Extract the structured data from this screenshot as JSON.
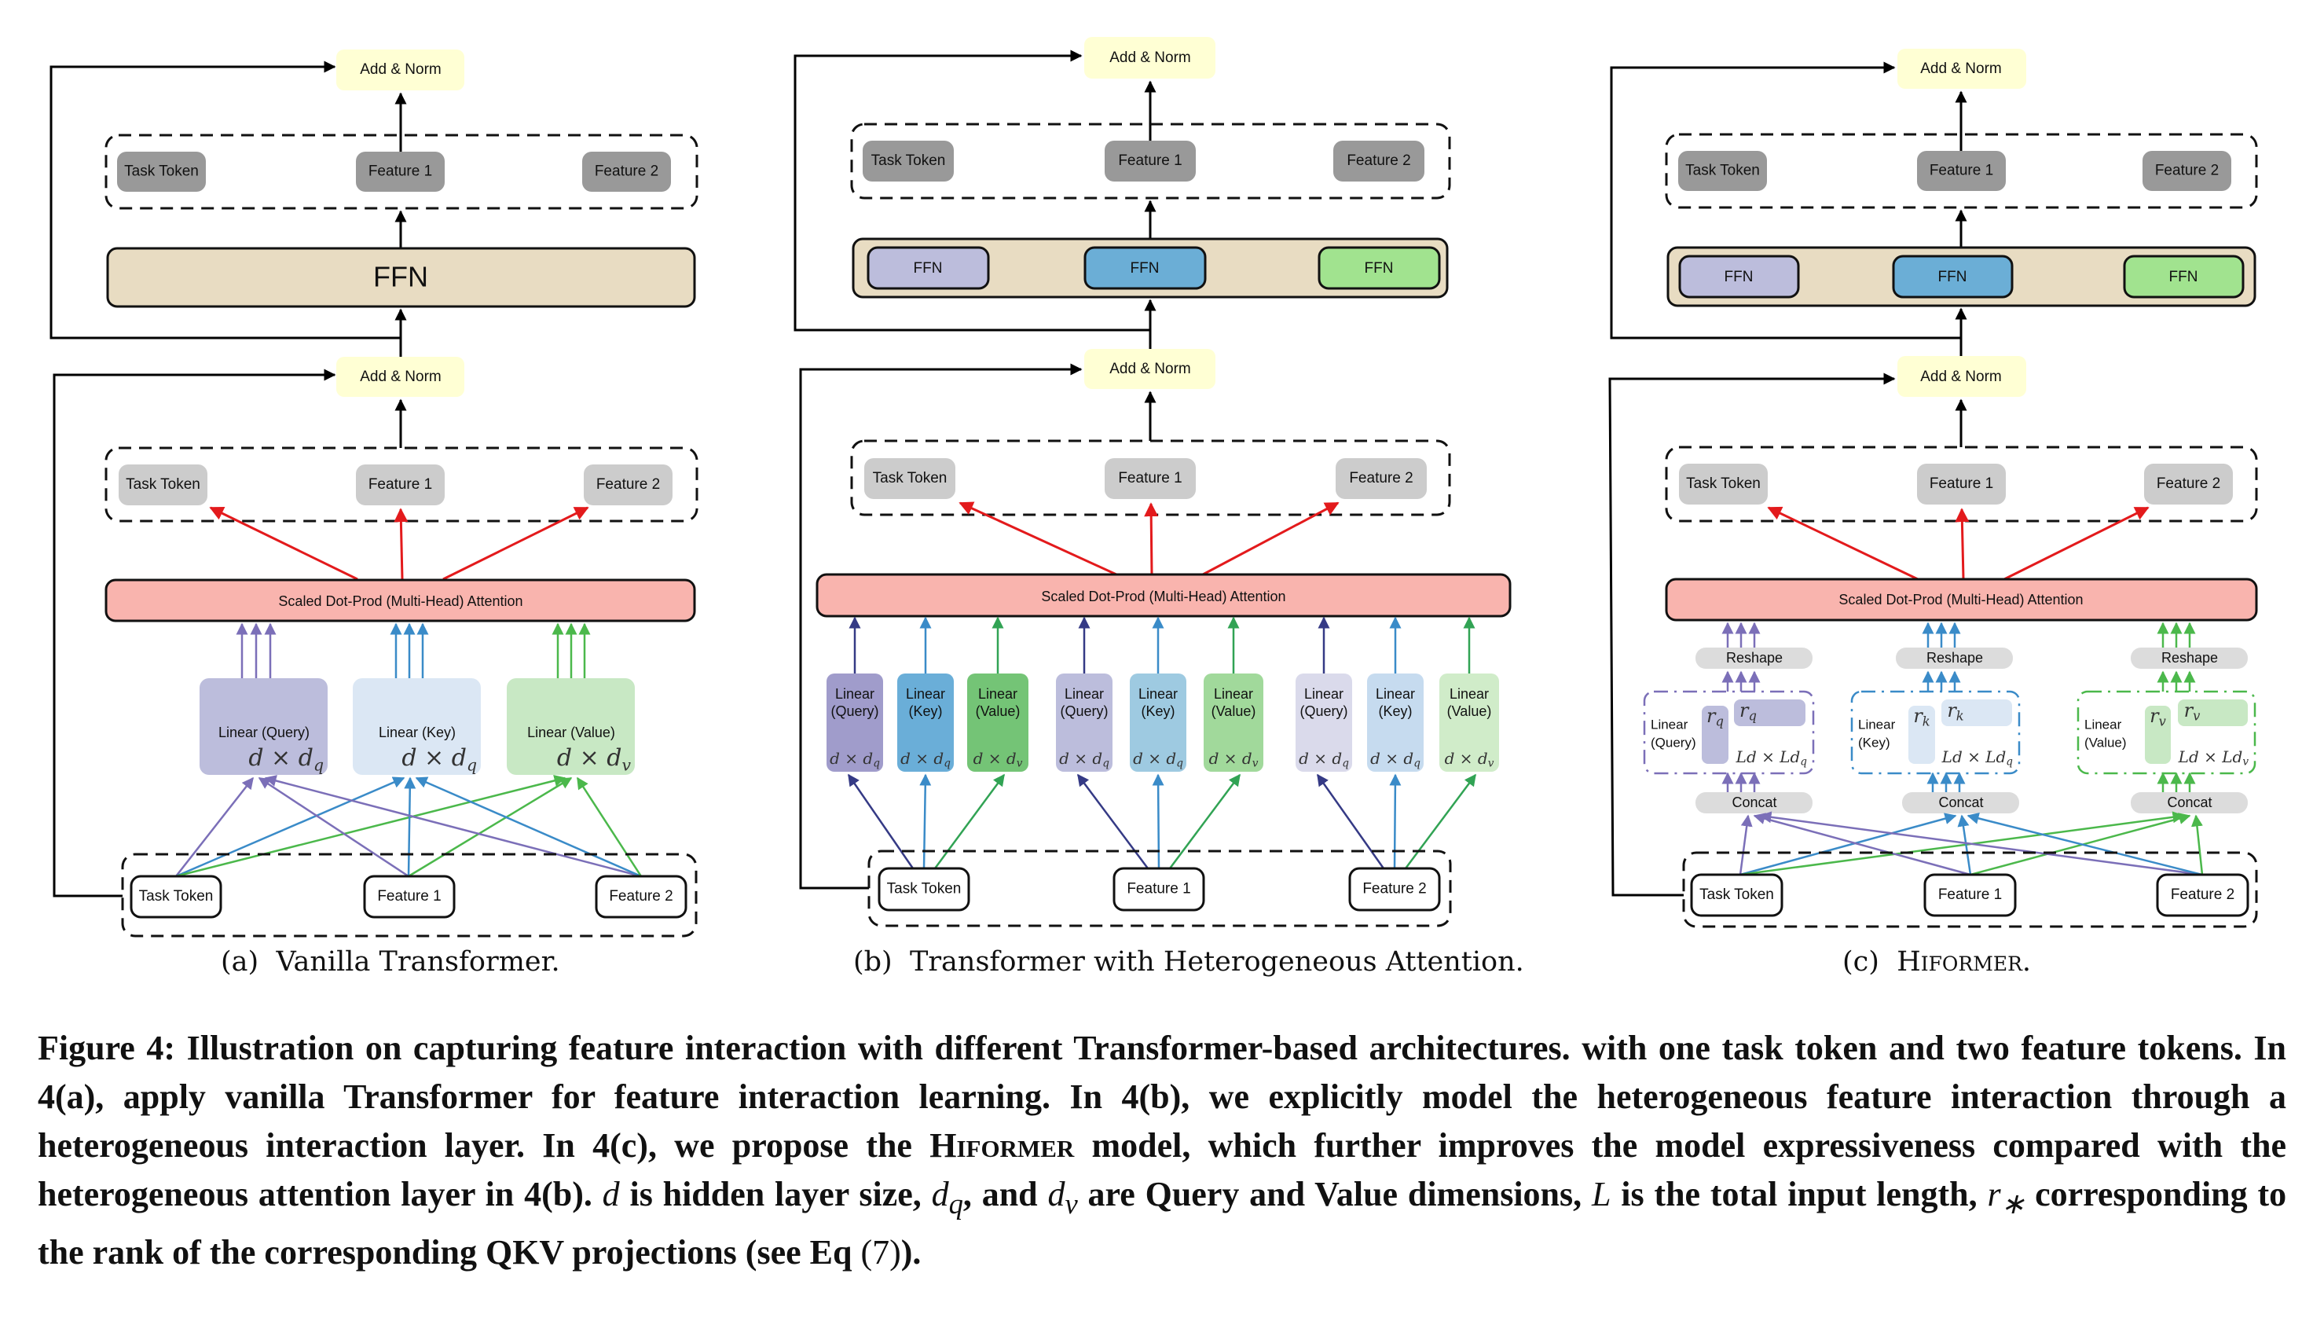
{
  "figure": {
    "panels": [
      {
        "id": "a",
        "subcaption_label": "(a)",
        "subcaption_text": "Vanilla Transformer.",
        "add_norm_top": "Add & Norm",
        "add_norm_bottom": "Add & Norm",
        "output_tokens": [
          "Task Token",
          "Feature 1",
          "Feature 2"
        ],
        "ffn": "FFN",
        "attention_output_tokens": [
          "Task Token",
          "Feature 1",
          "Feature 2"
        ],
        "attention": "Scaled Dot-Prod (Multi-Head) Attention",
        "linear_layers": [
          {
            "label": "Linear (Query)",
            "dims": "d × d_q",
            "math_main": "d × d",
            "math_sub": "q"
          },
          {
            "label": "Linear (Key)",
            "dims": "d × d_q",
            "math_main": "d × d",
            "math_sub": "q"
          },
          {
            "label": "Linear (Value)",
            "dims": "d × d_v",
            "math_main": "d × d",
            "math_sub": "v"
          }
        ],
        "input_tokens": [
          "Task Token",
          "Feature 1",
          "Feature 2"
        ]
      },
      {
        "id": "b",
        "subcaption_label": "(b)",
        "subcaption_text": "Transformer with Heterogeneous Attention.",
        "add_norm_top": "Add & Norm",
        "add_norm_bottom": "Add & Norm",
        "output_tokens": [
          "Task Token",
          "Feature 1",
          "Feature 2"
        ],
        "ffns": [
          "FFN",
          "FFN",
          "FFN"
        ],
        "attention_output_tokens": [
          "Task Token",
          "Feature 1",
          "Feature 2"
        ],
        "attention": "Scaled Dot-Prod (Multi-Head) Attention",
        "linear_groups": [
          {
            "token": "Task Token",
            "layers": [
              {
                "line1": "Linear",
                "line2": "(Query)",
                "math_main": "d × d",
                "math_sub": "q"
              },
              {
                "line1": "Linear",
                "line2": "(Key)",
                "math_main": "d × d",
                "math_sub": "q"
              },
              {
                "line1": "Linear",
                "line2": "(Value)",
                "math_main": "d × d",
                "math_sub": "v"
              }
            ]
          },
          {
            "token": "Feature 1",
            "layers": [
              {
                "line1": "Linear",
                "line2": "(Query)",
                "math_main": "d × d",
                "math_sub": "q"
              },
              {
                "line1": "Linear",
                "line2": "(Key)",
                "math_main": "d × d",
                "math_sub": "q"
              },
              {
                "line1": "Linear",
                "line2": "(Value)",
                "math_main": "d × d",
                "math_sub": "v"
              }
            ]
          },
          {
            "token": "Feature 2",
            "layers": [
              {
                "line1": "Linear",
                "line2": "(Query)",
                "math_main": "d × d",
                "math_sub": "q"
              },
              {
                "line1": "Linear",
                "line2": "(Key)",
                "math_main": "d × d",
                "math_sub": "q"
              },
              {
                "line1": "Linear",
                "line2": "(Value)",
                "math_main": "d × d",
                "math_sub": "v"
              }
            ]
          }
        ],
        "input_tokens": [
          "Task Token",
          "Feature 1",
          "Feature 2"
        ]
      },
      {
        "id": "c",
        "subcaption_label": "(c)",
        "subcaption_text": "Hiformer.",
        "add_norm_top": "Add & Norm",
        "add_norm_bottom": "Add & Norm",
        "output_tokens": [
          "Task Token",
          "Feature 1",
          "Feature 2"
        ],
        "ffns": [
          "FFN",
          "FFN",
          "FFN"
        ],
        "attention_output_tokens": [
          "Task Token",
          "Feature 1",
          "Feature 2"
        ],
        "attention": "Scaled Dot-Prod (Multi-Head) Attention",
        "reshape": [
          "Reshape",
          "Reshape",
          "Reshape"
        ],
        "low_rank_linears": [
          {
            "line1": "Linear",
            "line2": "(Query)",
            "rank": "r",
            "rank_sub": "q",
            "math_main": "Ld × Ld",
            "math_sub": "q"
          },
          {
            "line1": "Linear",
            "line2": "(Key)",
            "rank": "r",
            "rank_sub": "k",
            "math_main": "Ld × Ld",
            "math_sub": "q"
          },
          {
            "line1": "Linear",
            "line2": "(Value)",
            "rank": "r",
            "rank_sub": "v",
            "math_main": "Ld × Ld",
            "math_sub": "v"
          }
        ],
        "concat": [
          "Concat",
          "Concat",
          "Concat"
        ],
        "input_tokens": [
          "Task Token",
          "Feature 1",
          "Feature 2"
        ]
      }
    ]
  },
  "colors": {
    "add_norm": "#ffffd4",
    "ffn_bg": "#e8dcc2",
    "attention": "#f9b4ae",
    "token_dark": "#999999",
    "token_light": "#cccccc",
    "attn_arrow": "#e31a1c",
    "query": "#7b6fb8",
    "key": "#3a8bc8",
    "value": "#4bb84b",
    "query_navy": "#353a85",
    "value_dark": "#31a354",
    "q_fill": [
      "#a09ccb",
      "#bcbddc",
      "#dadaeb"
    ],
    "k_fill": [
      "#6aaed8",
      "#9ecae1",
      "#c6dbef"
    ],
    "v_fill": [
      "#74c476",
      "#a1d99b",
      "#d0ecc9"
    ],
    "a_fill": [
      "#bcbddc",
      "#dbe7f4",
      "#c8e8c4"
    ],
    "ffn_inner": [
      "#bcbddc",
      "#6baed6",
      "#a1e38f"
    ]
  },
  "caption": {
    "label": "Figure 4:",
    "line1": "Illustration on capturing feature interaction with different Transformer-based architectures. with one task token and two feature tokens. In 4(a), apply vanilla Transformer for feature interaction learning. In 4(b), we explicitly model the heterogeneous feature interaction through a heterogeneous interaction layer. In 4(c), we propose the",
    "model_name": "Hiformer",
    "part2": "model, which further improves the model expressiveness compared with the heterogeneous attention layer in 4(b).",
    "sym_d": "d",
    "part3": "is hidden layer size,",
    "sym_dq": "d",
    "sym_dq_sub": "q",
    "part4": ", and",
    "sym_dv": "d",
    "sym_dv_sub": "v",
    "part5": "are Query and Value dimensions,",
    "sym_L": "L",
    "part6": "is the total input length,",
    "sym_r": "r",
    "sym_r_sub": "∗",
    "part7": "corresponding to the rank of the corresponding QKV projections (see Eq",
    "eq_ref": "(7)",
    "part8": ")."
  }
}
